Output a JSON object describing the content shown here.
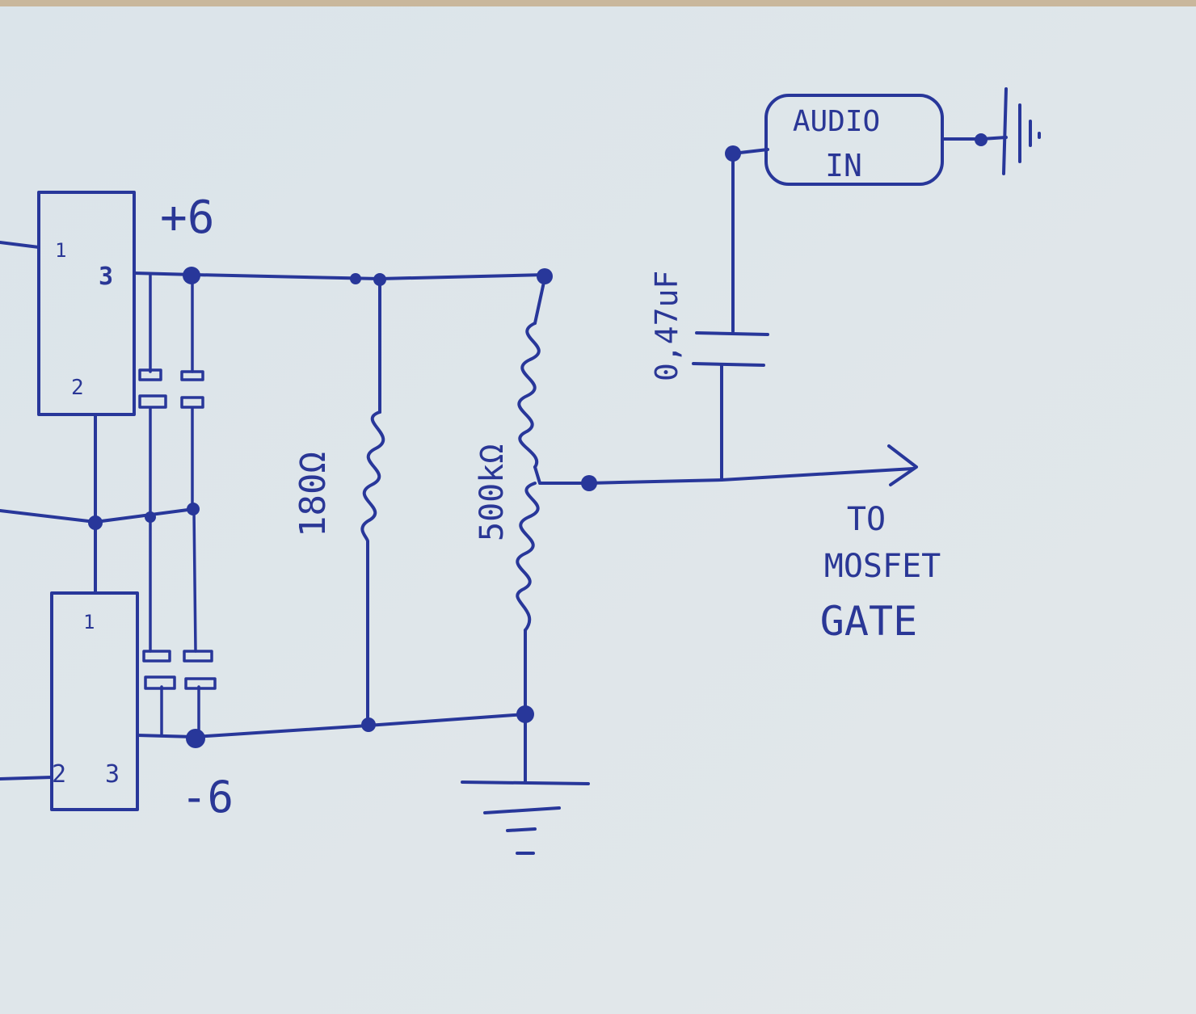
{
  "diagram": {
    "supply_positive_label": "+6",
    "supply_negative_label": "-6",
    "regulator_top": {
      "pin1": "1",
      "pin2": "2",
      "pin3": "3"
    },
    "regulator_bottom": {
      "pin1": "1",
      "pin2": "2",
      "pin3": "3"
    },
    "resistor_fixed_label": "180Ω",
    "potentiometer_label": "500kΩ",
    "capacitor_label": "0,47uF",
    "audio_in_line1": "AUDIO",
    "audio_in_line2": "IN",
    "output_line1": "TO",
    "output_line2": "MOSFET",
    "output_line3": "GATE"
  },
  "colors": {
    "ink": "#28379a",
    "paper": "#dfe6ea"
  }
}
